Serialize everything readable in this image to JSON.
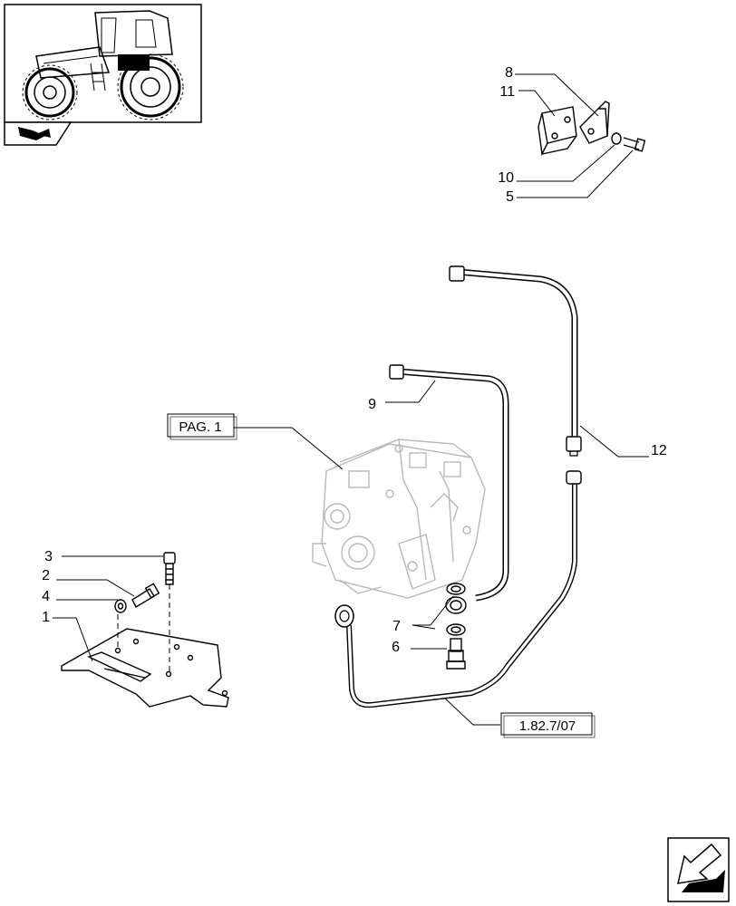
{
  "callouts": {
    "c1": "1",
    "c2": "2",
    "c3": "3",
    "c4": "4",
    "c5": "5",
    "c6": "6",
    "c7": "7",
    "c8": "8",
    "c9": "9",
    "c10": "10",
    "c11": "11",
    "c12": "12"
  },
  "references": {
    "page_ref": "PAG. 1",
    "section_ref": "1.82.7/07"
  },
  "icons": {
    "thumbnail": "tractor-thumbnail-icon",
    "top_arrow": "book-arrow-icon",
    "next_page": "next-page-arrow-icon"
  }
}
